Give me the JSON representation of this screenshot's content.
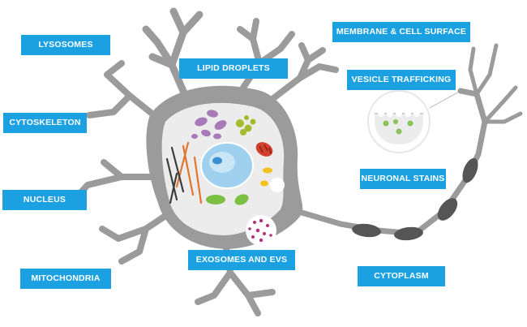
{
  "diagram": {
    "colors": {
      "label_bg": "#1ba1e2",
      "label_text": "#ffffff",
      "neuron": "#9b9b9b",
      "cytoplasm": "#ececec",
      "nucleus": "#9fd0ee",
      "nucleolus": "#3a8fd1",
      "myelin": "#555555",
      "lysosome": "#a97ab8",
      "mitochondria": "#d2402e",
      "lipid": "#a3bb2d",
      "exosome": "#b0357a",
      "cytoskeleton": [
        "#e2762c",
        "#3c3c3c"
      ],
      "vesicle": "#8cc25a",
      "lime_organelle": "#7bc043",
      "yellow_organelle": "#f4c21f"
    },
    "labels": [
      {
        "id": "lysosomes",
        "text": "LYSOSOMES"
      },
      {
        "id": "lipid-droplets",
        "text": "LIPID DROPLETS"
      },
      {
        "id": "membrane-cell-surface",
        "text": "MEMBRANE  & CELL SURFACE"
      },
      {
        "id": "vesicle-trafficking",
        "text": "VESICLE TRAFFICKING"
      },
      {
        "id": "cytoskeleton",
        "text": "CYTOSKELETON"
      },
      {
        "id": "neuronal-stains",
        "text": "NEURONAL STAINS"
      },
      {
        "id": "nucleus",
        "text": "NUCLEUS"
      },
      {
        "id": "exosomes-and-evs",
        "text": "EXOSOMES AND EVS"
      },
      {
        "id": "cytoplasm",
        "text": "CYTOPLASM"
      },
      {
        "id": "mitochondria",
        "text": "MITOCHONDRIA"
      }
    ]
  }
}
